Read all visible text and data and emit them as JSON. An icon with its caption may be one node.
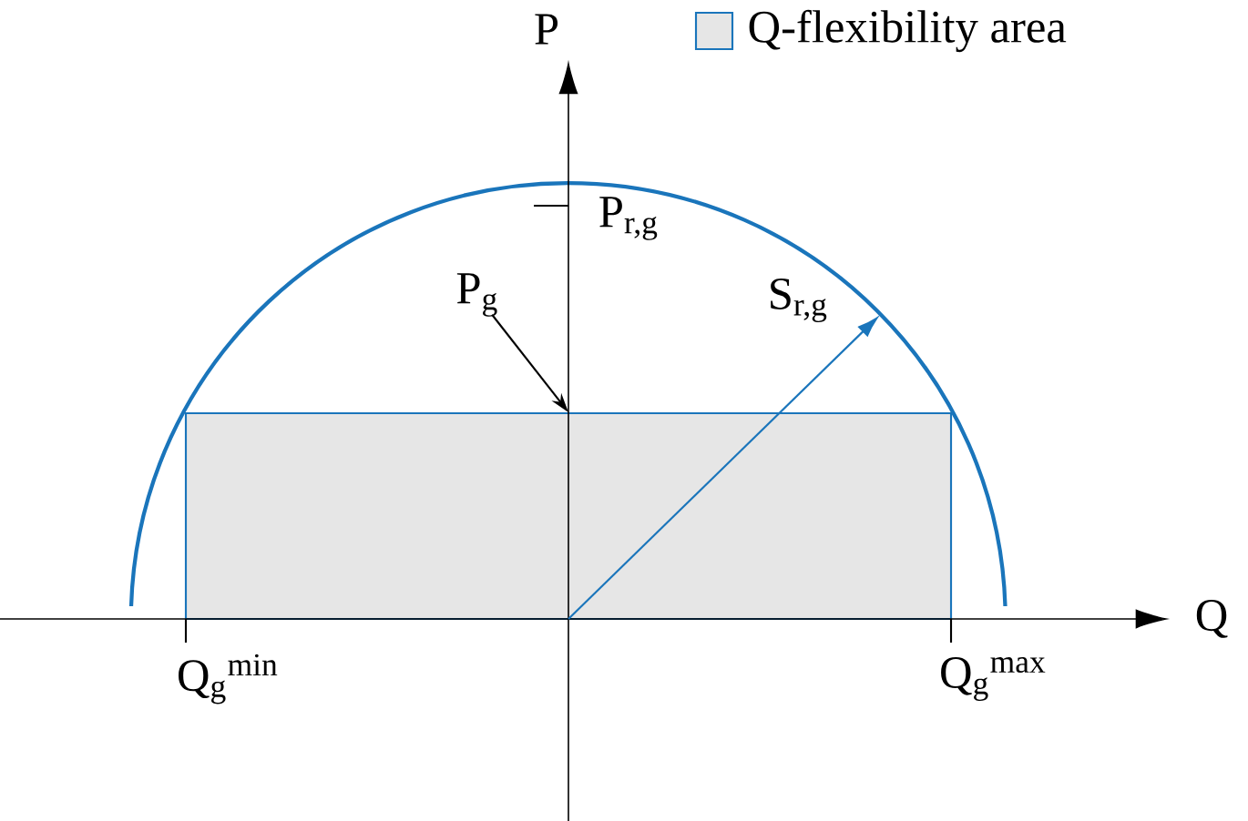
{
  "diagram": {
    "nodes": [
      {
        "text": [],
        "shape": "box"
      },
      {
        "text": [
          "P$_{g}$"
        ]
      }
    ],
    "edges": [
      {
        "from": 1,
        "to": 0,
        "arrow": "to"
      }
    ],
    "labels": [
      "P",
      "Q",
      "P$_{r,g}$",
      "S$_{r,g}$",
      "Q$_{g}$$^{min}$",
      "Q$_{g}$$^{max}$"
    ],
    "legend": [
      {
        "text": "Q-flexibility area",
        "color": "#e6e6e6"
      }
    ]
  }
}
